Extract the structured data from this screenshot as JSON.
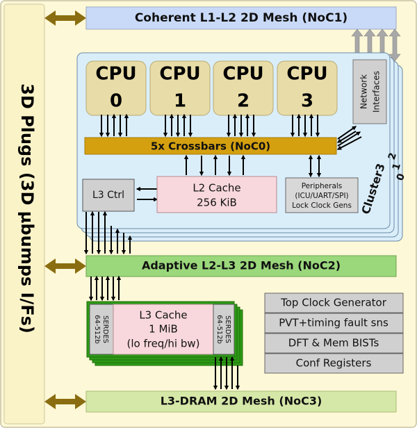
{
  "side_panel": {
    "label": "3D Plugs (3D µbumps I/Fs)"
  },
  "noc1": {
    "label": "Coherent L1-L2 2D Mesh (NoC1)"
  },
  "noc2": {
    "label": "Adaptive L2-L3 2D Mesh (NoC2)"
  },
  "noc3": {
    "label": "L3-DRAM 2D Mesh (NoC3)"
  },
  "cluster": {
    "label": "Cluster3",
    "stack_digits": [
      "2",
      "1",
      "0"
    ],
    "cpus": [
      {
        "title": "CPU",
        "num": "0"
      },
      {
        "title": "CPU",
        "num": "1"
      },
      {
        "title": "CPU",
        "num": "2"
      },
      {
        "title": "CPU",
        "num": "3"
      }
    ],
    "network_interfaces": {
      "line1": "Network",
      "line2": "Interfaces"
    },
    "crossbar": {
      "label": "5x Crossbars (NoC0)"
    },
    "l3ctrl": {
      "label": "L3 Ctrl"
    },
    "l2cache": {
      "line1": "L2 Cache",
      "line2": "256 KiB"
    },
    "peripherals": {
      "line1": "Peripherals",
      "line2": "(ICU/UART/SPI)",
      "line3": "Lock Clock Gens"
    }
  },
  "l3": {
    "serdes_left": {
      "line1": "64-512b",
      "line2": "SERDES"
    },
    "serdes_right": {
      "line1": "64-512b",
      "line2": "SERDES"
    },
    "cache": {
      "line1": "L3 Cache",
      "line2": "1 MiB",
      "line3": "(lo freq/hi bw)"
    }
  },
  "misc_blocks": [
    {
      "label": "Top Clock Generator"
    },
    {
      "label": "PVT+timing fault sns"
    },
    {
      "label": "DFT & Mem BISTs"
    },
    {
      "label": "Conf Registers"
    }
  ],
  "colors": {
    "background": "#fdf8d7",
    "noc1_fill": "#c9daf8",
    "noc_green_fill": "#9bd87c",
    "cluster_fill": "#daeefa",
    "cpu_fill": "#e8dca8",
    "crossbar_fill": "#d4a010",
    "l2_fill": "#f8d8dc",
    "arrow_gold": "#8a6d10",
    "l3_border": "#2d9a16"
  }
}
